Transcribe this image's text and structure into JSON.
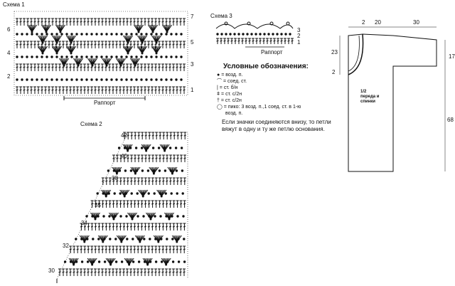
{
  "scheme1": {
    "title": "Схема 1",
    "rapport": "Раппорт",
    "rows_right": [
      "7",
      "5",
      "3",
      "1"
    ],
    "rows_left": [
      "6",
      "4",
      "2"
    ]
  },
  "scheme2": {
    "title": "Схема 2",
    "rows": [
      "42",
      "40",
      "38",
      "35",
      "34",
      "32",
      "30"
    ]
  },
  "scheme3": {
    "title": "Схема 3",
    "rapport": "Раппорт",
    "rows": [
      "3",
      "2",
      "1"
    ]
  },
  "legend": {
    "title": "Условные обозначения:",
    "items": [
      {
        "symbol": "dot-icon",
        "text": "= возд. п."
      },
      {
        "symbol": "arc-icon",
        "text": "= соед. ст."
      },
      {
        "symbol": "bar-icon",
        "text": "= ст. б/н"
      },
      {
        "symbol": "dc-icon",
        "text": "= ст. с/2н"
      },
      {
        "symbol": "tr-icon",
        "text": "= ст. с/2н"
      },
      {
        "symbol": "picot-icon",
        "text": "= пико: 3 возд. п.,1 соед. ст. в 1-ю"
      },
      {
        "symbol": "",
        "text": "возд. п."
      }
    ],
    "note": "Если значки соединяются внизу, то петли вяжут в одну и ту же петлю основания."
  },
  "pattern": {
    "dims": [
      "2",
      "20",
      "30",
      "23",
      "17",
      "2",
      "68"
    ],
    "label_fraction": "1/2",
    "label_text": "переда и спинки"
  }
}
